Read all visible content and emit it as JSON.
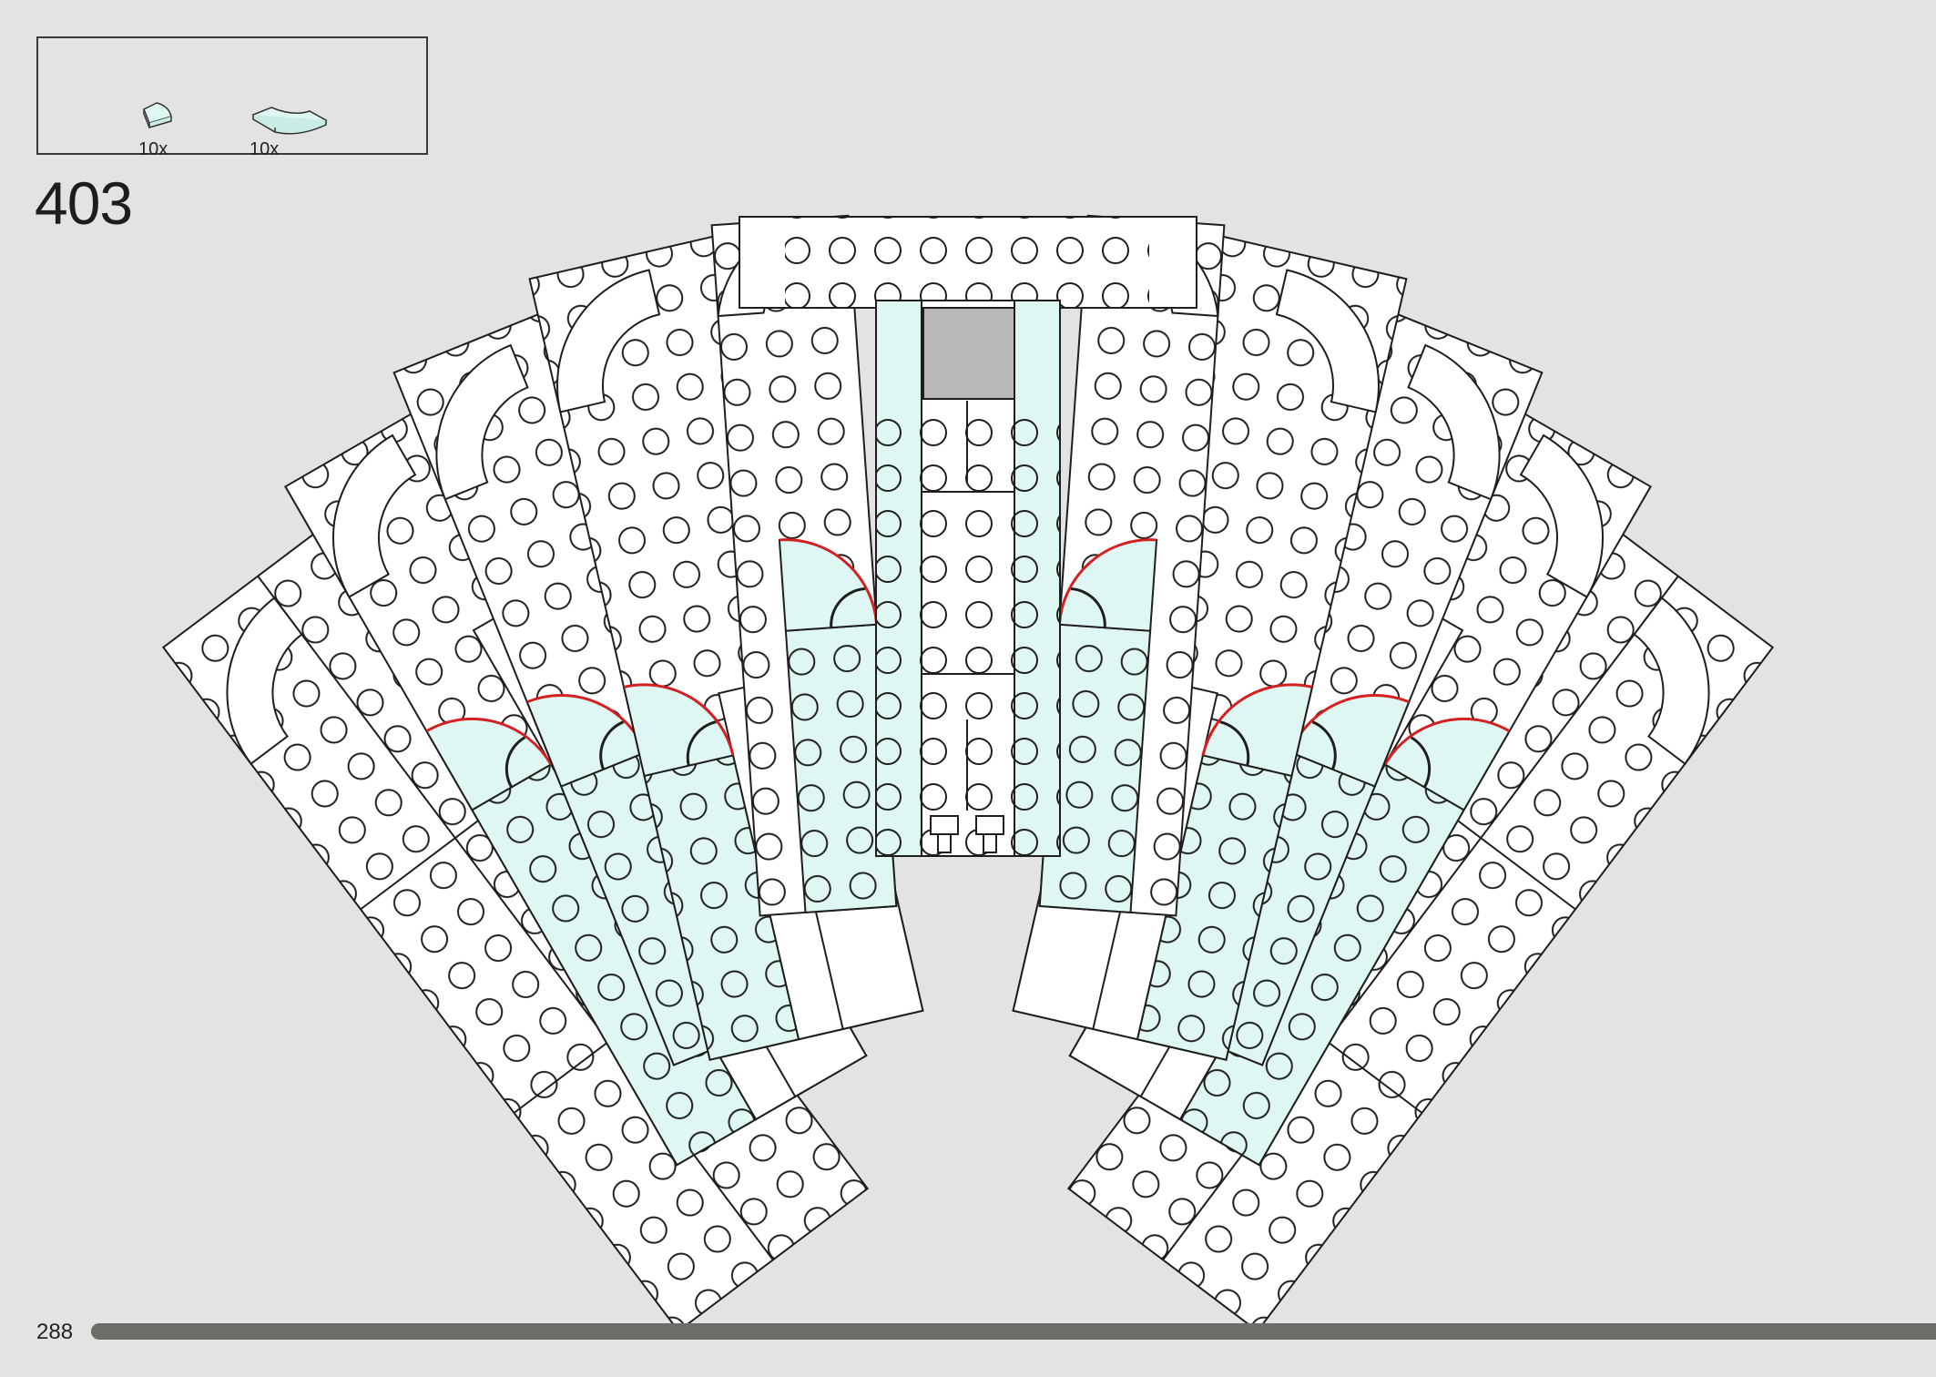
{
  "step": {
    "number": "403"
  },
  "parts": [
    {
      "name": "tile-quarter-round-1x1",
      "qty": "10x",
      "color": "#dff7f2"
    },
    {
      "name": "tile-macaroni-2x2",
      "qty": "10x",
      "color": "#dff7f2"
    }
  ],
  "footer": {
    "page_number": "288"
  },
  "colors": {
    "background": "#e3e3e3",
    "new_part_fill": "#dff7f2",
    "highlight_outline": "#d42020",
    "line": "#1e1e1e",
    "gray_block": "#b8b8b8",
    "progress": "#6e6c67"
  },
  "progress": {
    "fraction": 1.0
  }
}
